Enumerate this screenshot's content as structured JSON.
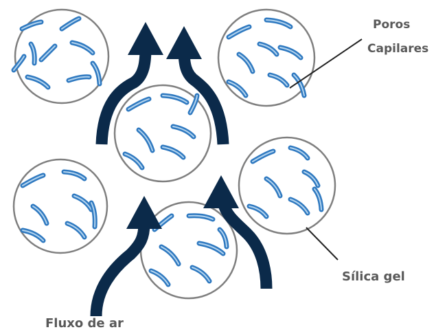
{
  "labels": {
    "pores": [
      "Poros",
      "Capilares"
    ],
    "silica": "Sílica gel",
    "airflow": "Fluxo de ar"
  },
  "colors": {
    "arrow": "#0b2a4a",
    "pore": "#2f79c0",
    "pore_core": "#b3d4ef",
    "particle_stroke": "#7f7f7f",
    "label": "#595959"
  },
  "icons": {
    "particle": "silica-gel-particle-icon",
    "arrow": "airflow-arrow-icon"
  }
}
